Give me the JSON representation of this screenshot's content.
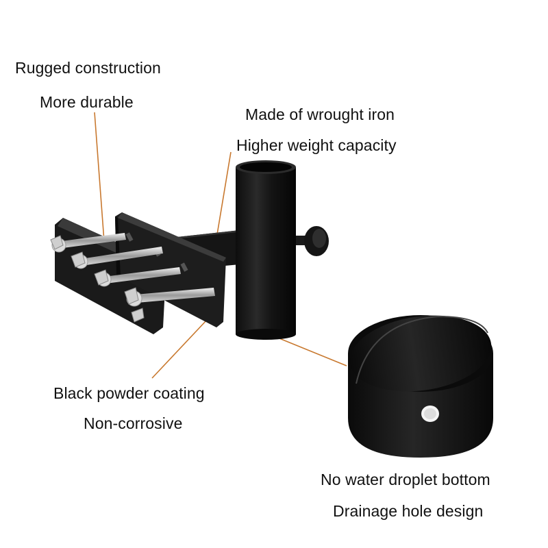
{
  "callouts": {
    "construction": {
      "line1": "Rugged construction",
      "line2": "More durable"
    },
    "material": {
      "line1": "Made of wrought iron",
      "line2": "Higher weight capacity"
    },
    "coating": {
      "line1": "Black powder coating",
      "line2": "Non-corrosive"
    },
    "bottom": {
      "line1": "No water droplet bottom",
      "line2": "Drainage hole design"
    }
  },
  "colors": {
    "leader_line": "#c8782e",
    "metal_black": "#1a1a1a",
    "text": "#111111",
    "background": "#ffffff"
  }
}
